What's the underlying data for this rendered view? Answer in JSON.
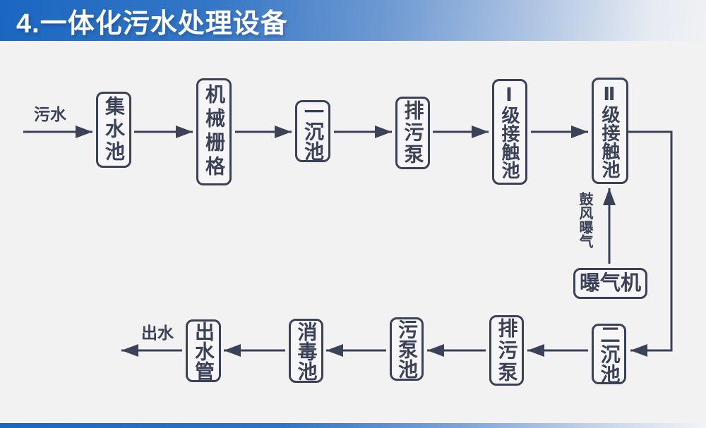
{
  "title": {
    "text": "4.一体化污水处理设备"
  },
  "colors": {
    "accent_blue": "#1b66c1",
    "line_dark_slate": "#3b4257",
    "background": "#f2f2f3",
    "box_fill": "#f6f6f8"
  },
  "flowchart": {
    "inlet_label": "污水",
    "outlet_label": "出水",
    "aeration_label": "鼓风曝气",
    "nodes": [
      {
        "id": "collecting-tank",
        "label": "集水池"
      },
      {
        "id": "mechanical-grid",
        "label": "机械栅格"
      },
      {
        "id": "primary-sedimentation-tank",
        "label": "一沉池"
      },
      {
        "id": "sewage-pump-top",
        "label": "排污泵"
      },
      {
        "id": "level1-contact-tank",
        "label": "Ⅰ级接触池"
      },
      {
        "id": "level2-contact-tank",
        "label": "Ⅱ级接触池"
      },
      {
        "id": "aerator",
        "label": "曝气机"
      },
      {
        "id": "secondary-sedimentation-tank",
        "label": "二沉池"
      },
      {
        "id": "sewage-pump-bottom",
        "label": "排污泵"
      },
      {
        "id": "sludge-pump-tank",
        "label": "污泵池"
      },
      {
        "id": "disinfection-tank",
        "label": "消毒池"
      },
      {
        "id": "outlet-pipe",
        "label": "出水管"
      }
    ]
  }
}
